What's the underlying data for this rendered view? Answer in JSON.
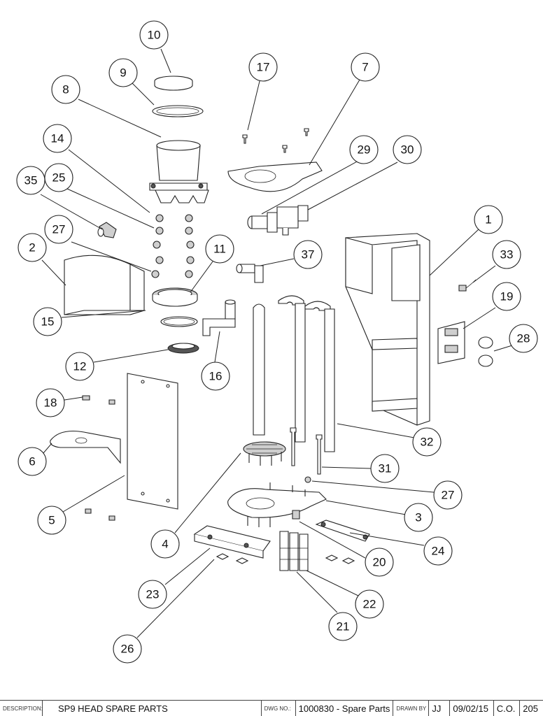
{
  "callouts": [
    "10",
    "9",
    "8",
    "17",
    "7",
    "14",
    "25",
    "35",
    "29",
    "30",
    "27",
    "11",
    "2",
    "37",
    "1",
    "33",
    "15",
    "19",
    "28",
    "16",
    "12",
    "18",
    "32",
    "6",
    "31",
    "27",
    "5",
    "3",
    "4",
    "24",
    "20",
    "23",
    "22",
    "21",
    "26"
  ],
  "title_block": {
    "description_label": "DESCRIPTION:",
    "description": "SP9 HEAD SPARE PARTS",
    "dwg_label": "DWG NO.:",
    "dwg_no": "1000830 - Spare Parts",
    "drawn_label": "DRAWN BY",
    "drawn_by": "JJ",
    "date": "09/02/15",
    "co": "C.O.",
    "number": "205"
  }
}
